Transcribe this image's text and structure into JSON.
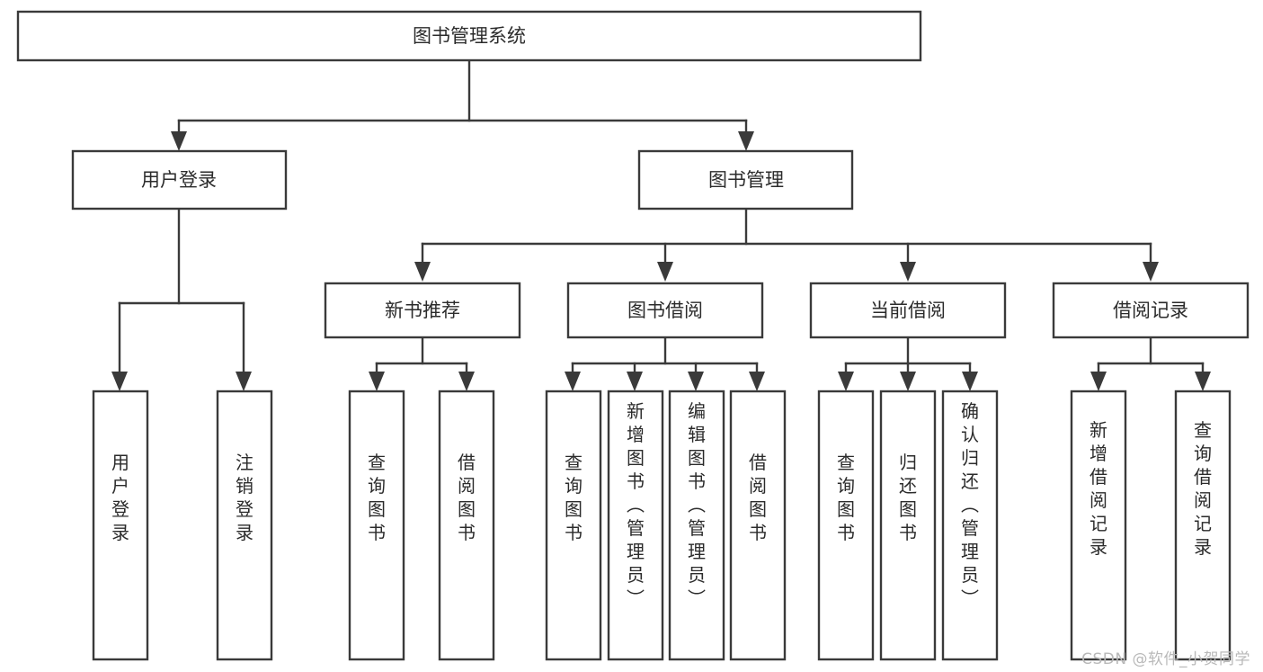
{
  "diagram": {
    "title": "图书管理系统",
    "type": "tree-hierarchy-diagram",
    "watermark": "CSDN @软件_小贺同学",
    "colors": {
      "stroke": "#3a3a3a",
      "fill": "#ffffff",
      "text": "#2b2b2b",
      "watermark": "#b9b9b9"
    },
    "root": {
      "label": "图书管理系统"
    },
    "level2": [
      {
        "label": "用户登录"
      },
      {
        "label": "图书管理"
      }
    ],
    "level3": [
      {
        "label": "新书推荐"
      },
      {
        "label": "图书借阅"
      },
      {
        "label": "当前借阅"
      },
      {
        "label": "借阅记录"
      }
    ],
    "leaves": {
      "user_login": [
        {
          "label": "用户登录"
        },
        {
          "label": "注销登录"
        }
      ],
      "new_book_recommend": [
        {
          "label": "查询图书"
        },
        {
          "label": "借阅图书"
        }
      ],
      "book_borrow": [
        {
          "label": "查询图书"
        },
        {
          "label": "新增图书（管理员）"
        },
        {
          "label": "编辑图书（管理员）"
        },
        {
          "label": "借阅图书"
        }
      ],
      "current_borrow": [
        {
          "label": "查询图书"
        },
        {
          "label": "归还图书"
        },
        {
          "label": "确认归还（管理员）"
        }
      ],
      "borrow_record": [
        {
          "label": "新增借阅记录"
        },
        {
          "label": "查询借阅记录"
        }
      ]
    }
  }
}
